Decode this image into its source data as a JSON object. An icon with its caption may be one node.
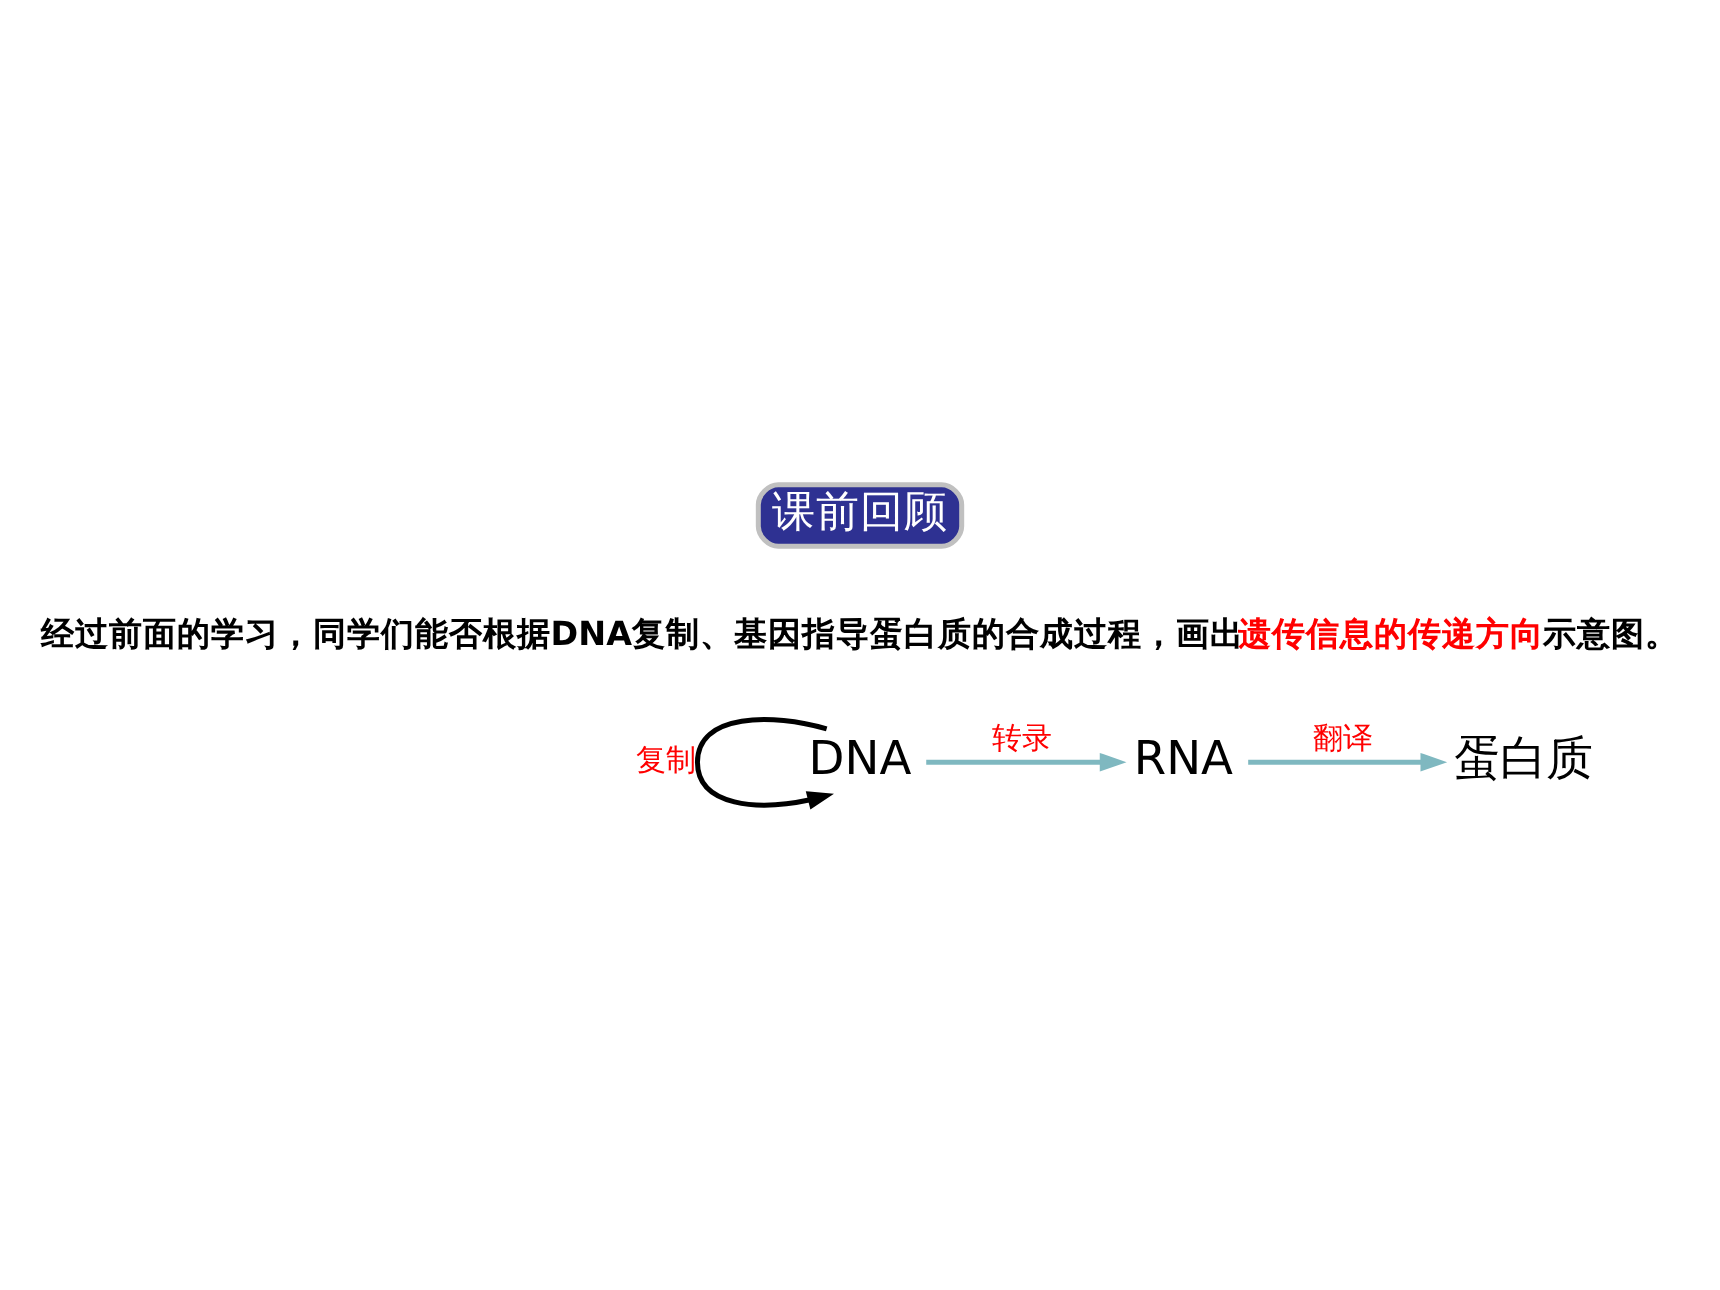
{
  "diagram": {
    "nodes": [
      {
        "text": [
          "课前回顾"
        ]
      },
      {
        "text": [
          "DNA"
        ]
      },
      {
        "text": [
          "RNA"
        ]
      },
      {
        "text": [
          "蛋白质"
        ]
      }
    ],
    "edges": [
      {
        "from": 1,
        "to": 1,
        "arrow": "to",
        "label": "复制",
        "color": "#000000"
      },
      {
        "from": 1,
        "to": 2,
        "arrow": "to",
        "label": "转录"
      },
      {
        "from": 2,
        "to": 3,
        "arrow": "to",
        "label": "翻译"
      }
    ],
    "labels": [
      "经过前面的学习，同学们能否根据DNA复制、基因指导蛋白质的合成过程，画出**遗传信息的传递方向**示意图。"
    ]
  }
}
